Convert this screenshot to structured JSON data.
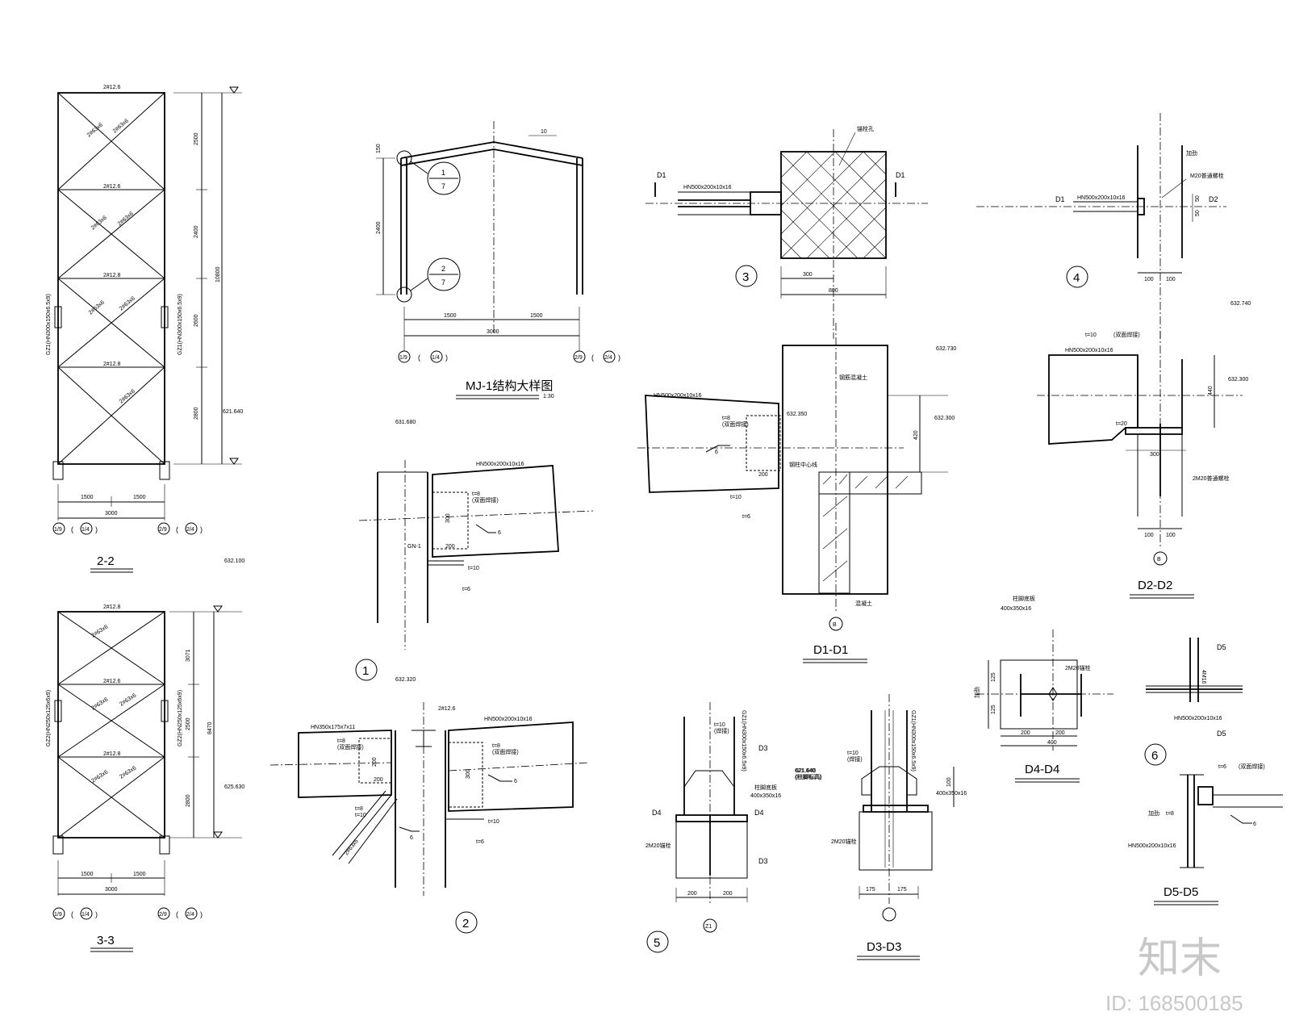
{
  "views": {
    "s22": {
      "title": "2-2",
      "brace_top": "2#12.6",
      "brace_mid1": "2#12.6",
      "brace_mid2": "2#12.8",
      "brace_mid3": "2#12.8",
      "diag": "2#63x6",
      "col_left": "GZ1(HN300x150x6.5x9)",
      "col_right": "GZ1(HN300x150x6.5x9)",
      "dim_a": "2500",
      "dim_b": "2400",
      "dim_c": "2600",
      "dim_d": "2800",
      "dim_total": "10800",
      "elev": "621.640",
      "bay1": "1500",
      "bay2": "1500",
      "bay_total": "3000",
      "axis_l": "1/9",
      "axis_l2": "1/4",
      "axis_r": "2/9",
      "axis_r2": "2/4",
      "elev_bottom": "632.100"
    },
    "s33": {
      "title": "3-3",
      "brace_top": "2#12.8",
      "brace_mid1": "2#12.6",
      "brace_mid2": "2#12.8",
      "diag": "2#63x6",
      "col_left": "GZ2(HN250x125x6x9)",
      "col_right": "GZ2(HN250x125x6x9)",
      "dim_a": "3071",
      "dim_b": "2500",
      "dim_c": "2800",
      "dim_total": "8470",
      "elev": "625.630",
      "bay1": "1500",
      "bay2": "1500",
      "bay_total": "3000",
      "axis_l": "1/9",
      "axis_l2": "1/4",
      "axis_r": "2/9",
      "axis_r2": "2/4"
    },
    "mj1": {
      "title": "MJ-1结构大样图",
      "scale": "1:30",
      "span1": "1500",
      "span2": "1500",
      "span_total": "3000",
      "height": "2400",
      "top_dim": "150",
      "slope": "10",
      "node1": "1",
      "node1_sheet": "7",
      "node2": "2",
      "node2_sheet": "7",
      "axis_l": "1/9",
      "axis_l2": "1/4",
      "axis_r": "2/9",
      "axis_r2": "2/4"
    },
    "d1": {
      "num": "1",
      "elev_top": "631.680",
      "elev_bottom": "632.320",
      "beam": "HN500x200x10x16",
      "plate": "t=8",
      "plate_note": "(双面焊接)",
      "gn": "GN-1",
      "w200": "200",
      "h300": "300",
      "stiff": "t=10",
      "stiff2": "t=6",
      "weld": "6"
    },
    "d2": {
      "num": "2",
      "beam_l": "HN350x175x7x11",
      "beam_r": "HN500x200x10x16",
      "col": "2#12.6",
      "plate": "t=8",
      "plate_note": "(双面焊接)",
      "w200": "200",
      "h200": "200",
      "h300": "300",
      "stiff": "t=10",
      "stiff2": "t=6",
      "brace": "2#63x6",
      "weld": "6"
    },
    "d3": {
      "num": "3",
      "beam": "HN500x200x10x16",
      "sec": "D1",
      "note": "锚栓孔",
      "w300": "300",
      "w800": "800"
    },
    "d4": {
      "num": "4",
      "beam": "HN500x200x10x16",
      "sec_l": "D1",
      "sec_r": "D2",
      "note1": "加劲",
      "note2": "M20普通螺栓",
      "d50a": "50",
      "d50b": "50",
      "w100a": "100",
      "w100b": "100"
    },
    "dd1": {
      "title": "D1-D1",
      "elev_a": "632.730",
      "elev_b": "632.350",
      "elev_c": "632.300",
      "beam": "HN500x200x10x16",
      "plate": "t=8",
      "plate_note": "(双面焊接)",
      "h420": "420",
      "w200": "200",
      "stiff": "t=10",
      "stiff2": "t=6",
      "weld": "6",
      "note1": "钢筋混凝土",
      "note2": "钢柱中心线",
      "note3": "混凝土",
      "axis": "B"
    },
    "dd2": {
      "title": "D2-D2",
      "elev_a": "632.740",
      "elev_b": "632.300",
      "beam": "HN500x200x10x16",
      "stiff": "t=10",
      "stiff_note": "(双面焊接)",
      "plate": "t=20",
      "bolt": "2M20普通螺栓",
      "h440": "440",
      "w300": "300",
      "w100a": "100",
      "w100b": "100",
      "axis": "B"
    },
    "d5": {
      "num": "5",
      "col": "GZ1(HN300x150x6.5x9)",
      "stiff": "t=10",
      "stiff_note": "(焊接)",
      "base": "400x350x16",
      "base_note": "柱脚底板",
      "elev": "621.640",
      "elev_note": "(柱脚标高)",
      "sec_a": "D3",
      "sec_b": "D4",
      "bolt": "2M20锚栓",
      "w200a": "200",
      "w200b": "200",
      "axis": "Z1"
    },
    "dd3": {
      "title": "D3-D3",
      "col": "GZ1(HN300x150x6.5x9)",
      "stiff": "t=10",
      "stiff_note": "(焊接)",
      "base": "400x350x16",
      "elev": "621.640",
      "elev_note": "(柱脚标高)",
      "bolt": "2M20锚栓",
      "h100": "100",
      "w175a": "175",
      "w175b": "175"
    },
    "dd4": {
      "title": "D4-D4",
      "head": "柱脚底板",
      "base": "400x350x16",
      "bolt": "2M20锚栓",
      "h125a": "125",
      "h125b": "125",
      "w200a": "200",
      "w200b": "200",
      "w400": "400",
      "side": "加劲"
    },
    "d6": {
      "num": "6",
      "sec": "D5",
      "beam": "HN500x200x10x16",
      "bolt": "4M16",
      "stiff": "t=6",
      "stiff_note": "(双面焊接)",
      "weld": "6",
      "plate": "加劲",
      "plate_t": "t=8"
    },
    "dd5": {
      "title": "D5-D5",
      "beam": "HN500x200x10x16"
    }
  },
  "watermark": {
    "logo": "知末",
    "id": "ID: 168500185"
  }
}
